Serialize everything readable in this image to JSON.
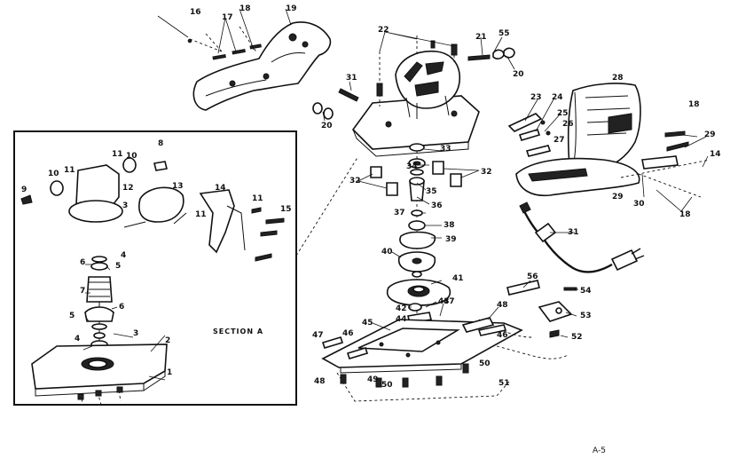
{
  "section_label": "SECTION  A",
  "page_label": "A-5",
  "main_callouts": [
    "16",
    "17",
    "18",
    "19",
    "22",
    "21",
    "55",
    "20",
    "31",
    "20",
    "23",
    "24",
    "25",
    "26",
    "27",
    "28",
    "18",
    "29",
    "14",
    "33",
    "34",
    "35",
    "32",
    "32",
    "36",
    "37",
    "38",
    "39",
    "40",
    "41",
    "42",
    "43",
    "44",
    "45",
    "47",
    "48",
    "46",
    "56",
    "53",
    "52",
    "54",
    "31",
    "29",
    "30",
    "18",
    "47",
    "46",
    "48",
    "49",
    "50",
    "50",
    "51"
  ],
  "section_callouts": [
    "10",
    "11",
    "11",
    "10",
    "8",
    "12",
    "13",
    "14",
    "11",
    "9",
    "3",
    "11",
    "15",
    "6",
    "4",
    "5",
    "7",
    "6",
    "5",
    "4",
    "3",
    "2",
    "1"
  ]
}
